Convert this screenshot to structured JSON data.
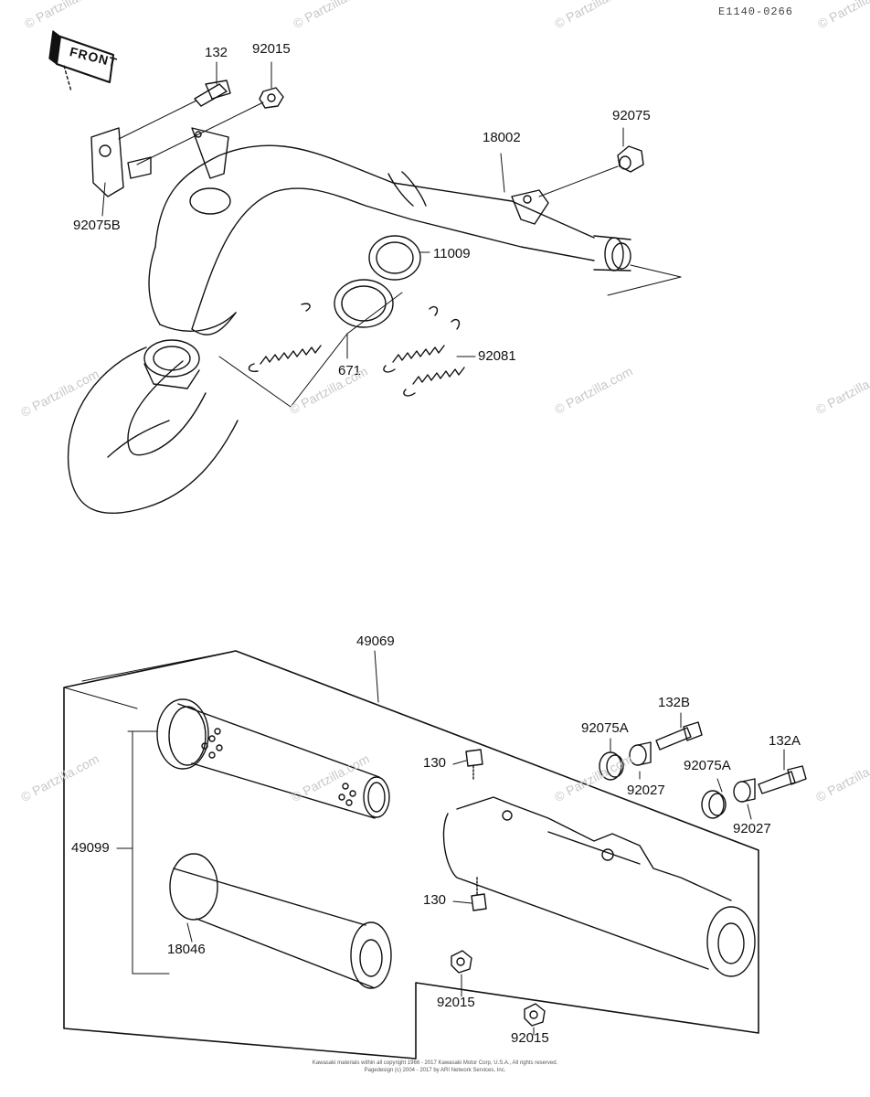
{
  "header": {
    "diagram_code": "E1140-0266"
  },
  "front_tag": "FRONT",
  "parts": {
    "p132": "132",
    "p92015_top": "92015",
    "p92075_top": "92075",
    "p18002": "18002",
    "p92075B": "92075B",
    "p11009": "11009",
    "p671": "671",
    "p92081": "92081",
    "p49069": "49069",
    "p132B": "132B",
    "p92075A_1": "92075A",
    "p132A": "132A",
    "p130_top": "130",
    "p92027_1": "92027",
    "p92075A_2": "92075A",
    "p49099": "49099",
    "p92027_2": "92027",
    "p130_bottom": "130",
    "p18046": "18046",
    "p92015_mid": "92015",
    "p92015_bottom": "92015"
  },
  "watermarks": {
    "text": "© Partzilla.com"
  },
  "footer": {
    "line1": "Kawasaki materials within all copyright 1966 - 2017  Kawasaki Motor Corp, U.S.A.,  All rights reserved.",
    "line2": "Pagedesign (c) 2004 - 2017 by ARI Network Services, Inc."
  },
  "colors": {
    "ink": "#111111",
    "watermark": "#c8c8c8"
  }
}
